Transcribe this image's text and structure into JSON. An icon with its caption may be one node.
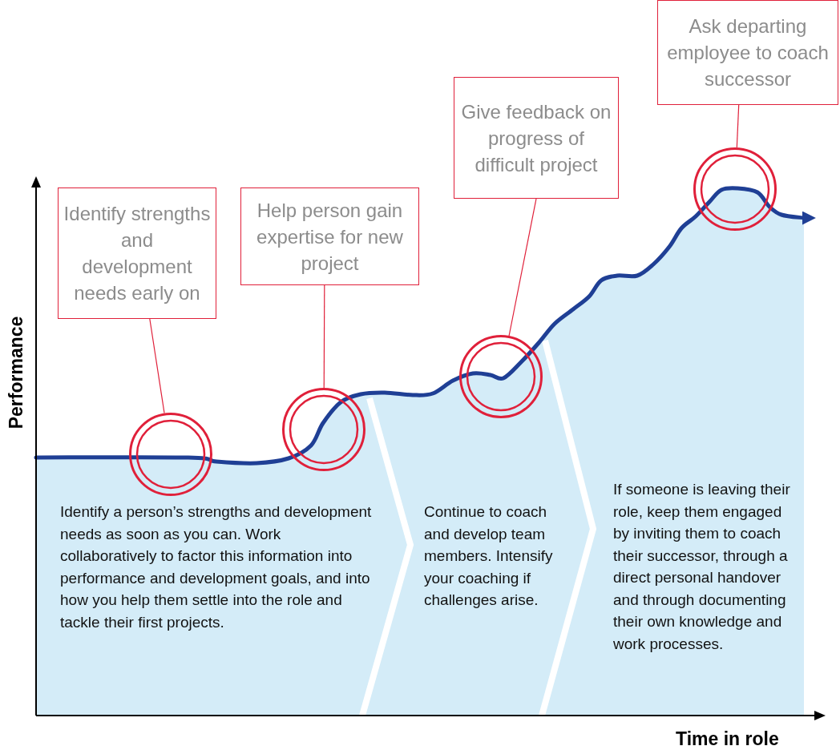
{
  "diagram": {
    "nodes": [
      {
        "text": [
          "Identify strengths and development needs early on"
        ]
      },
      {
        "text": [
          "Help person gain expertise for new project"
        ]
      },
      {
        "text": [
          "Give feedback on progress of difficult project"
        ]
      },
      {
        "text": [
          "Ask departing employee to coach successor"
        ]
      },
      {
        "text": [],
        "shape": "circle"
      },
      {
        "text": [],
        "shape": "circle"
      },
      {
        "text": [],
        "shape": "circle"
      },
      {
        "text": [],
        "shape": "circle"
      }
    ],
    "edges": [
      {
        "from": 0,
        "to": 4,
        "arrow": "none"
      },
      {
        "from": 1,
        "to": 5,
        "arrow": "none"
      },
      {
        "from": 2,
        "to": 6,
        "arrow": "none"
      },
      {
        "from": 3,
        "to": 7,
        "arrow": "none"
      }
    ],
    "labels": [
      "Performance",
      "Identify a person’s strengths and development needs as soon as you can. Work collaboratively to factor this information into performance and development goals, and into how you help them settle into the role and tackle their first projects.",
      "Continue to coach and develop team members. Intensify your coaching if challenges arise.",
      "If someone is leaving their role, keep them engaged by inviting them to coach their successor, through a direct personal handover and through documenting their own knowledge and work processes.",
      "Time in role"
    ]
  }
}
